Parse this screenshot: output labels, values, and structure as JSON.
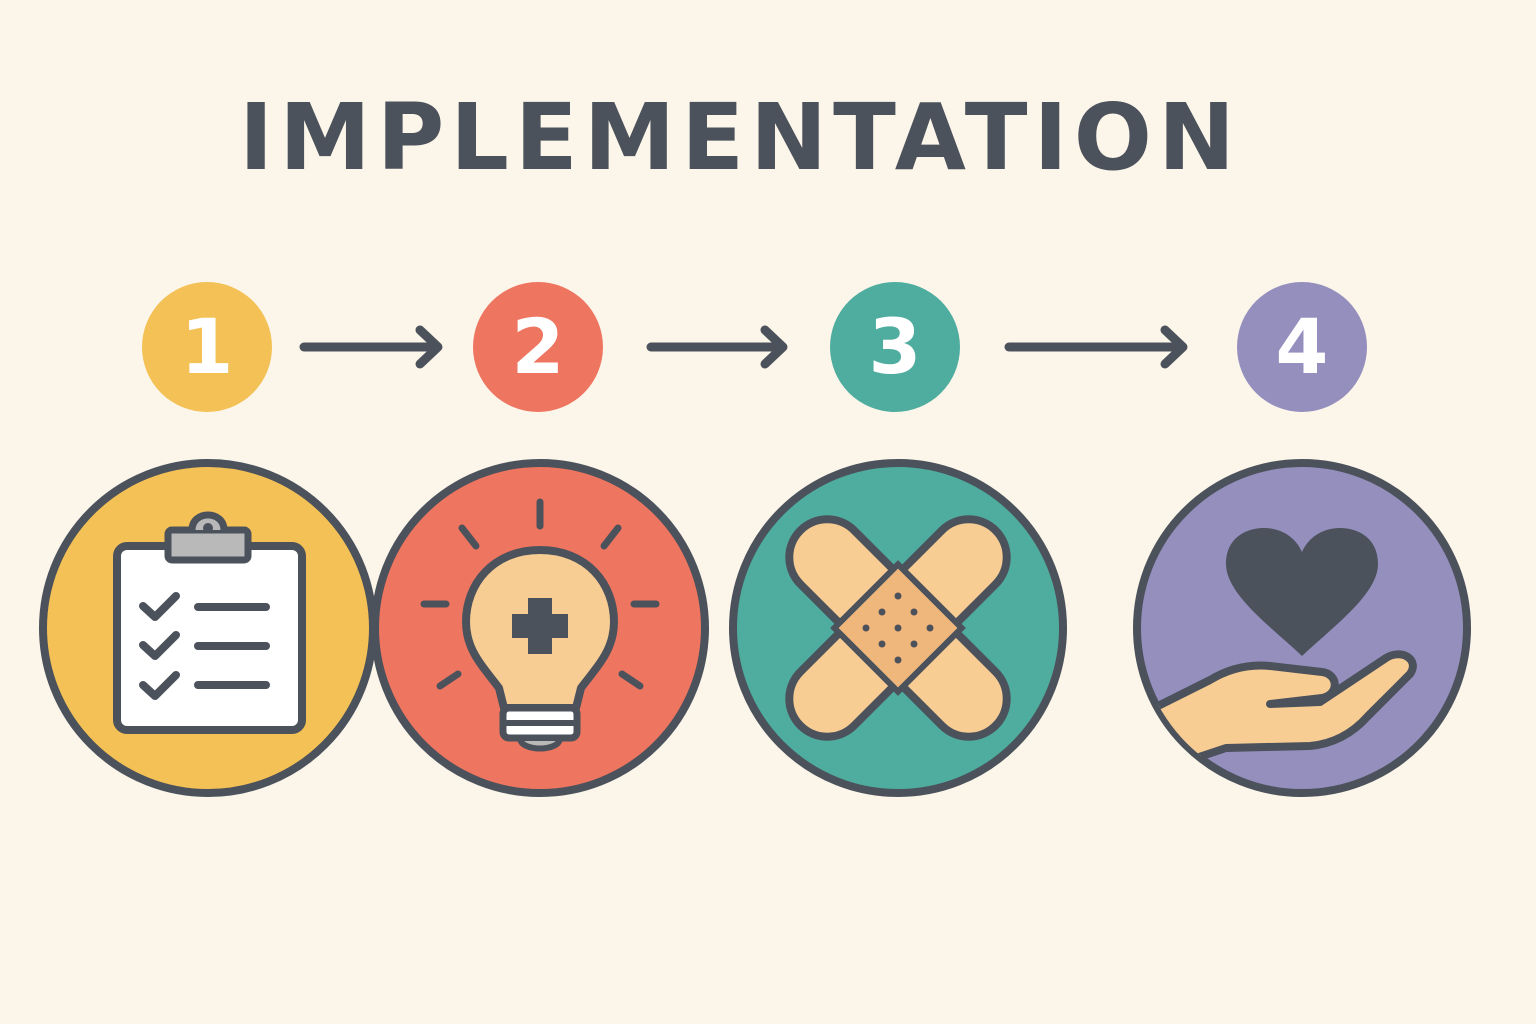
{
  "title": "IMPLEMENTATION",
  "colors": {
    "background": "#fcf6ea",
    "ink": "#4c525b",
    "yellow": "#f3c155",
    "coral": "#ee7560",
    "teal": "#4fada0",
    "purple": "#958fbe",
    "skin": "#f8cd94"
  },
  "steps": [
    {
      "number": "1",
      "icon": "clipboard-checklist-icon",
      "color": "#f3c155"
    },
    {
      "number": "2",
      "icon": "lightbulb-medical-cross-icon",
      "color": "#ee7560"
    },
    {
      "number": "3",
      "icon": "crossed-bandages-icon",
      "color": "#4fada0"
    },
    {
      "number": "4",
      "icon": "hand-holding-heart-icon",
      "color": "#958fbe"
    }
  ],
  "connectors": [
    "arrow-right-icon",
    "arrow-right-icon",
    "arrow-right-icon"
  ]
}
